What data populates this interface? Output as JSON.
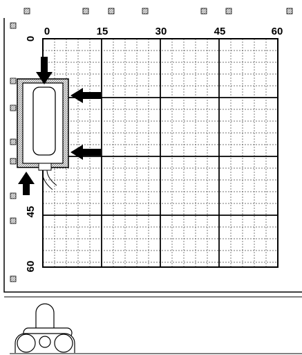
{
  "grid": {
    "top_ticks": [
      "0",
      "15",
      "30",
      "45",
      "60"
    ],
    "left_ticks": [
      "0",
      "45",
      "60"
    ],
    "major_line_color": "#000000",
    "minor_line_color": "#444444",
    "background_color": "#ffffff"
  },
  "device": {
    "frame_color": "#000000",
    "hatch_color": "#777777"
  },
  "arrows": {
    "color": "#000000",
    "items": [
      {
        "id": "top",
        "direction": "down"
      },
      {
        "id": "upper-right",
        "direction": "left"
      },
      {
        "id": "lower-right",
        "direction": "left"
      },
      {
        "id": "bottom-left",
        "direction": "up"
      }
    ]
  },
  "icons": {
    "registration_mark": "small-hatched-square",
    "side_view": "robot-side-view"
  }
}
